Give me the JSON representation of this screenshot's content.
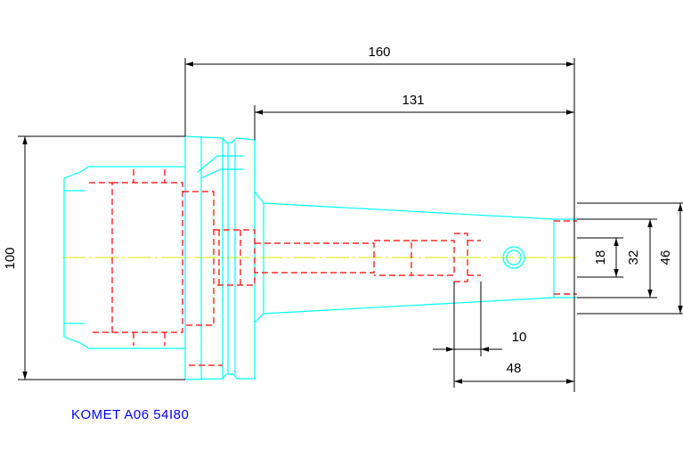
{
  "dimensions": {
    "overall_length": "160",
    "taper_length": "131",
    "height": "100",
    "dia_small": "18",
    "dia_mid": "32",
    "dia_large": "46",
    "slot_width": "10",
    "slot_offset": "48"
  },
  "caption": "KOMET A06 54I80",
  "colors": {
    "outline": "#00ffff",
    "hidden": "#ff0000",
    "centerline": "#e6e600",
    "dimension": "#000000",
    "caption": "#0000ff"
  }
}
